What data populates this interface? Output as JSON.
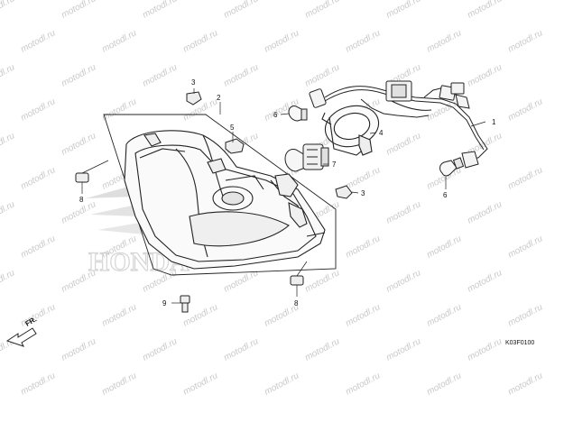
{
  "watermark": "motodl.ru",
  "brand": "HONDA",
  "diagram_code": "K03F0100",
  "front_marker": "FR.",
  "callouts": {
    "c1": "1",
    "c2": "2",
    "c3a": "3",
    "c3b": "3",
    "c4": "4",
    "c5": "5",
    "c6a": "6",
    "c6b": "6",
    "c7": "7",
    "c8a": "8",
    "c8b": "8",
    "c9": "9"
  }
}
